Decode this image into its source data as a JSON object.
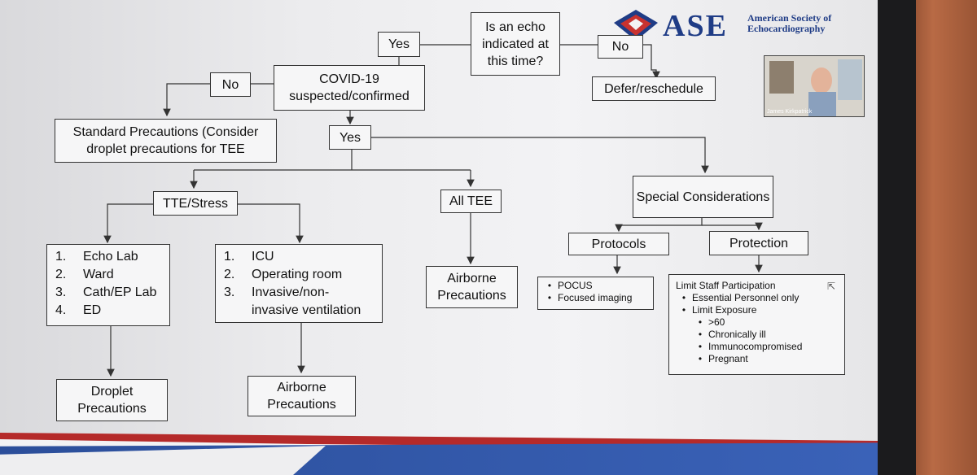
{
  "logo": {
    "acronym": "ASE",
    "full_name": "American Society of Echocardiography"
  },
  "webcam": {
    "participant_name": "James Kirkpatrick"
  },
  "nodes": {
    "echo_indicated": "Is an echo indicated at this time?",
    "yes_top": "Yes",
    "no_top": "No",
    "defer": "Defer/reschedule",
    "covid": "COVID-19 suspected/confirmed",
    "no_covid": "No",
    "standard": "Standard Precautions (Consider droplet precautions for TEE",
    "yes_covid": "Yes",
    "tte_stress": "TTE/Stress",
    "all_tee": "All TEE",
    "special": "Special Considerations",
    "protocols": "Protocols",
    "protection": "Protection",
    "airborne_tee": "Airborne Precautions",
    "droplet": "Droplet Precautions",
    "airborne_icu": "Airborne Precautions"
  },
  "lists": {
    "locations_a": [
      {
        "n": "1.",
        "text": "Echo Lab"
      },
      {
        "n": "2.",
        "text": "Ward"
      },
      {
        "n": "3.",
        "text": "Cath/EP Lab"
      },
      {
        "n": "4.",
        "text": "ED"
      }
    ],
    "locations_b": [
      {
        "n": "1.",
        "text": "ICU"
      },
      {
        "n": "2.",
        "text": "Operating room"
      },
      {
        "n": "3.",
        "text": "Invasive/non-invasive ventilation"
      }
    ],
    "protocols": [
      "POCUS",
      "Focused imaging"
    ],
    "protection": {
      "heading": "Limit Staff Participation",
      "items": [
        "Essential Personnel only",
        "Limit Exposure"
      ],
      "sub_items": [
        ">60",
        "Chronically ill",
        "Immunocompromised",
        "Pregnant"
      ]
    }
  },
  "colors": {
    "logo_blue": "#1f3c86",
    "footer_red": "#b52a2a",
    "footer_blue": "#2b4e9a"
  }
}
